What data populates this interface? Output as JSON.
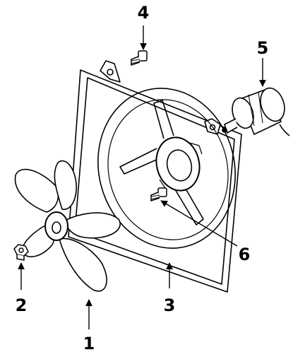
{
  "diagram": {
    "callouts": [
      {
        "id": "1",
        "label": "1",
        "part": "fan"
      },
      {
        "id": "2",
        "label": "2",
        "part": "nut"
      },
      {
        "id": "3",
        "label": "3",
        "part": "shroud"
      },
      {
        "id": "4",
        "label": "4",
        "part": "bolt"
      },
      {
        "id": "5",
        "label": "5",
        "part": "motor"
      },
      {
        "id": "6",
        "label": "6",
        "part": "screw"
      }
    ]
  },
  "colors": {
    "ink": "#000000",
    "paper": "#ffffff"
  }
}
